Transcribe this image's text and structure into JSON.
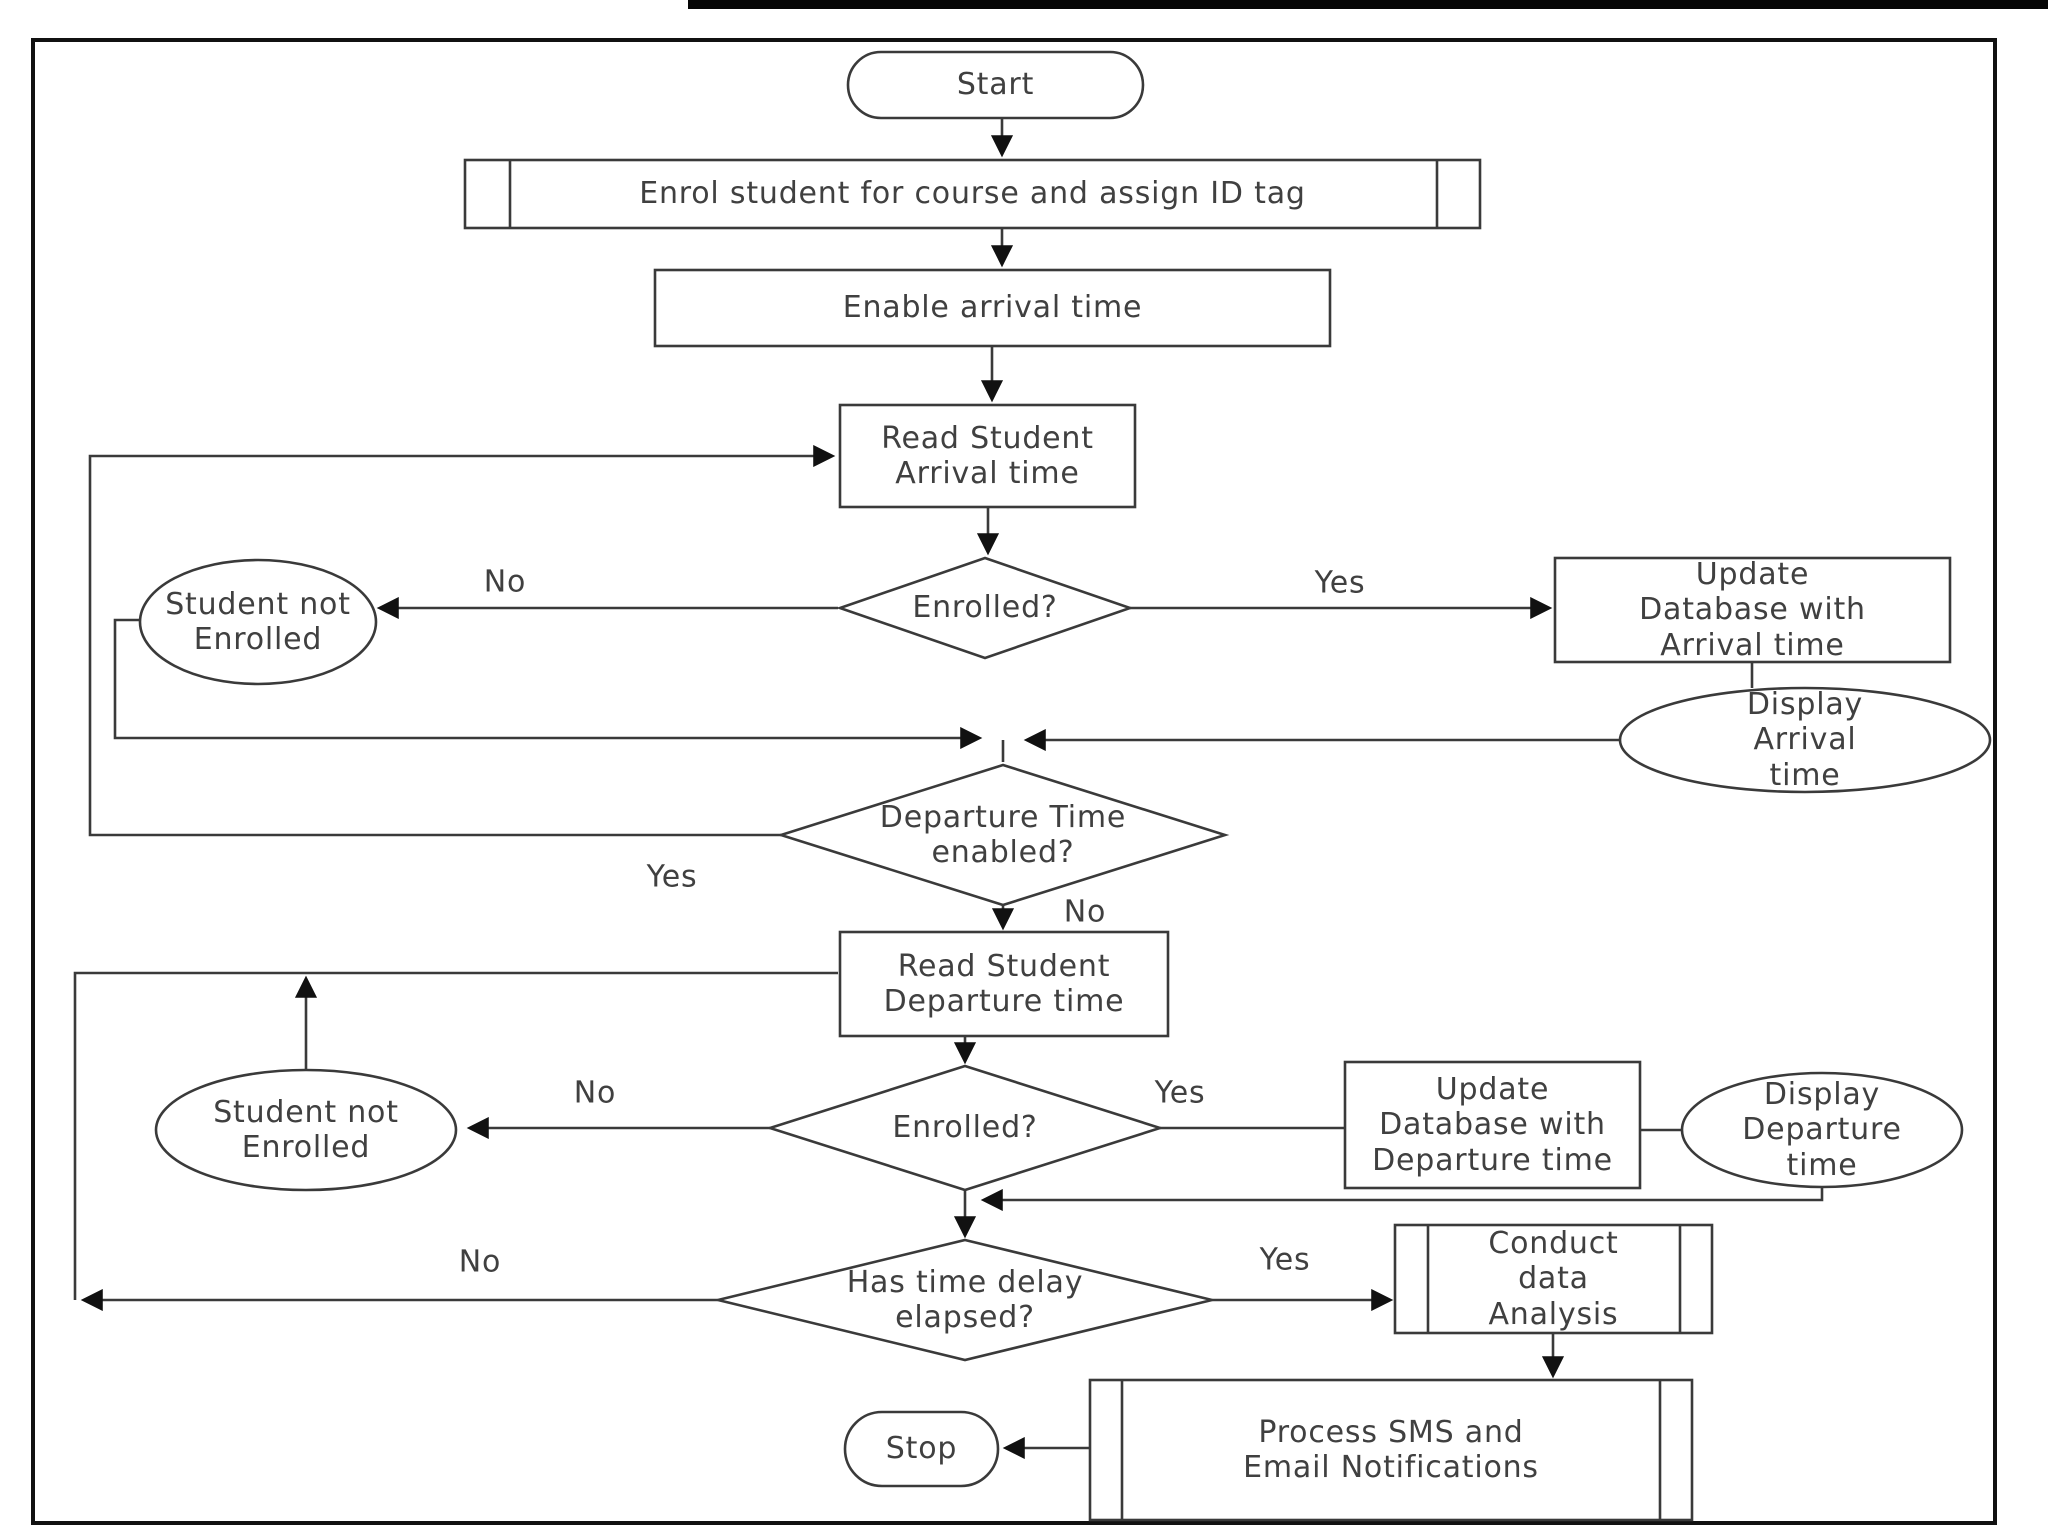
{
  "figure": {
    "type": "flowchart",
    "description": "Student attendance tracking flowchart"
  },
  "nodes": [
    {
      "id": "start",
      "shape": "terminator",
      "label": "Start"
    },
    {
      "id": "enrol",
      "shape": "predefined-process",
      "label": "Enrol student for course and assign ID tag"
    },
    {
      "id": "enable-arrival",
      "shape": "process",
      "label": "Enable arrival time"
    },
    {
      "id": "read-arrival",
      "shape": "process",
      "label": "Read Student\nArrival time"
    },
    {
      "id": "enrolled-arrival",
      "shape": "decision",
      "label": "Enrolled?"
    },
    {
      "id": "not-enrolled-arrival",
      "shape": "terminator",
      "label": "Student not\nEnrolled"
    },
    {
      "id": "update-arrival",
      "shape": "process",
      "label": "Update\nDatabase with\nArrival time"
    },
    {
      "id": "display-arrival",
      "shape": "display",
      "label": "Display\nArrival\ntime"
    },
    {
      "id": "departure-enabled",
      "shape": "decision",
      "label": "Departure Time\nenabled?"
    },
    {
      "id": "read-departure",
      "shape": "process",
      "label": "Read Student\nDeparture time"
    },
    {
      "id": "enrolled-departure",
      "shape": "decision",
      "label": "Enrolled?"
    },
    {
      "id": "not-enrolled-departure",
      "shape": "terminator",
      "label": "Student not\nEnrolled"
    },
    {
      "id": "update-departure",
      "shape": "process",
      "label": "Update\nDatabase with\nDeparture time"
    },
    {
      "id": "display-departure",
      "shape": "display",
      "label": "Display\nDeparture\ntime"
    },
    {
      "id": "time-delay",
      "shape": "decision",
      "label": "Has time delay\nelapsed?"
    },
    {
      "id": "conduct-analysis",
      "shape": "predefined-process",
      "label": "Conduct\ndata\nAnalysis"
    },
    {
      "id": "process-notifications",
      "shape": "predefined-process",
      "label": "Process SMS and\nEmail Notifications"
    },
    {
      "id": "stop",
      "shape": "terminator",
      "label": "Stop"
    }
  ],
  "edge_labels": {
    "arrival_no": "No",
    "arrival_yes": "Yes",
    "departure_enabled_yes": "Yes",
    "departure_enabled_no": "No",
    "departure_no": "No",
    "departure_yes": "Yes",
    "delay_no": "No",
    "delay_yes": "Yes"
  },
  "colors": {
    "line": "#333333",
    "arrow": "#111111",
    "text": "#404040",
    "background": "#ffffff"
  }
}
